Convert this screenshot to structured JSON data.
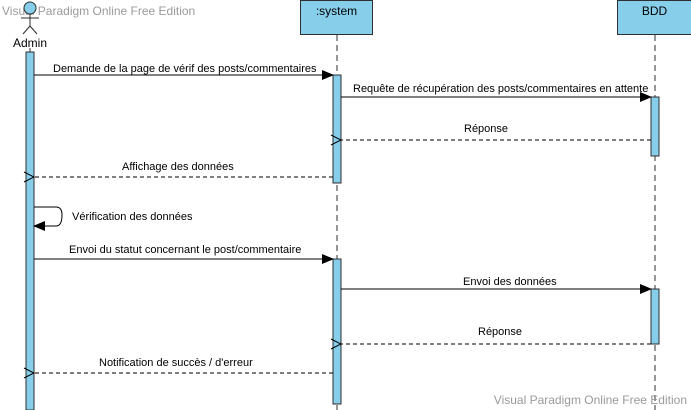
{
  "watermark": {
    "top": "Visual Paradigm Online Free Edition",
    "bottom": "Visual Paradigm Online Free Edition"
  },
  "participants": {
    "actor": "Admin",
    "system": ":system",
    "database": "BDD"
  },
  "messages": [
    {
      "id": "m1",
      "text": "Demande de la page de vérif des posts/commentaires",
      "kind": "sync"
    },
    {
      "id": "m2",
      "text": "Requête de récupération des posts/commentaires en attente",
      "kind": "sync"
    },
    {
      "id": "m3",
      "text": "Réponse",
      "kind": "return"
    },
    {
      "id": "m4",
      "text": "Affichage des données",
      "kind": "return"
    },
    {
      "id": "m5",
      "text": "Vérification des données",
      "kind": "self"
    },
    {
      "id": "m6",
      "text": "Envoi du statut concernant le post/commentaire",
      "kind": "sync"
    },
    {
      "id": "m7",
      "text": "Envoi des données",
      "kind": "sync"
    },
    {
      "id": "m8",
      "text": "Réponse",
      "kind": "return"
    },
    {
      "id": "m9",
      "text": "Notification de succès / d'erreur",
      "kind": "return"
    }
  ],
  "colors": {
    "lifeline_box": "#87ceeb",
    "activation": "#87ceeb",
    "line": "#2f2f2f",
    "watermark": "#9a9a9a"
  }
}
